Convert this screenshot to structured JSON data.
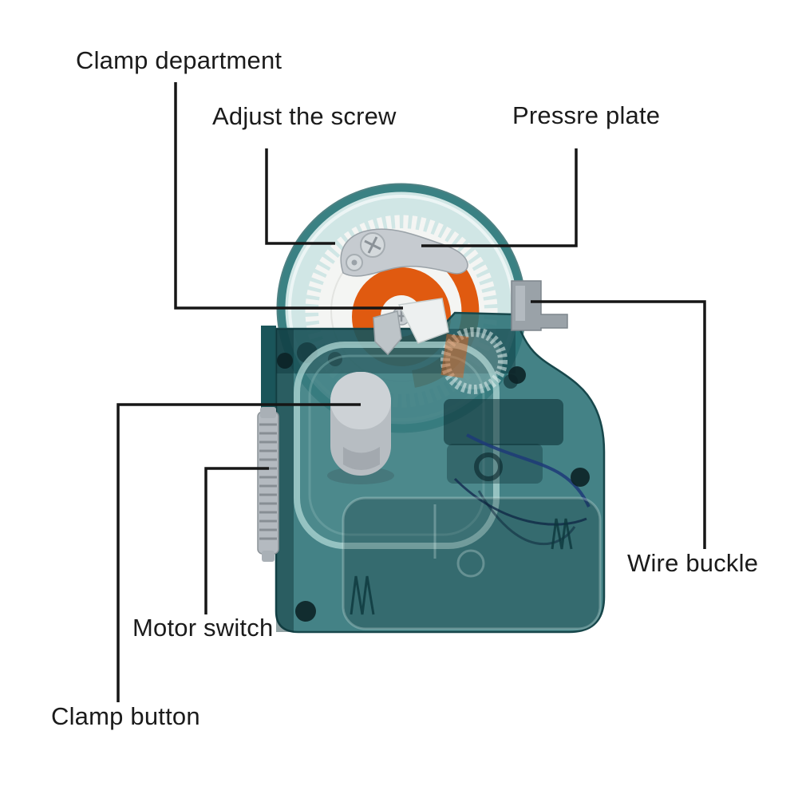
{
  "diagram": {
    "background": "#ffffff",
    "subject": "Translucent teal automatic hook-tier device with white top gear, orange disc and metal clamp plate",
    "palette": {
      "rim_teal": "#3a8183",
      "body_teal": "#2a7175",
      "body_dark_teal": "#123f44",
      "gear_white": "#f4f5f3",
      "accent_orange": "#e05a10",
      "metal_gray": "#c6cbd0",
      "control_gray": "#b7bdc2",
      "callout_line": "#161616",
      "label_text": "#1b1b1b"
    }
  },
  "annotations": [
    {
      "id": "clamp-department",
      "text": "Clamp department"
    },
    {
      "id": "adjust-screw",
      "text": "Adjust the screw"
    },
    {
      "id": "pressre-plate",
      "text": "Pressre plate"
    },
    {
      "id": "wire-buckle",
      "text": "Wire buckle"
    },
    {
      "id": "motor-switch",
      "text": "Motor switch"
    },
    {
      "id": "clamp-button",
      "text": "Clamp button"
    }
  ]
}
